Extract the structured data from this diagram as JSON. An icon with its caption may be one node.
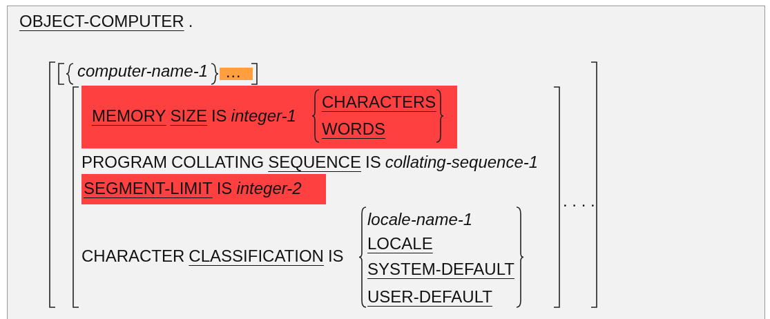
{
  "diagram": {
    "nodes": [
      {
        "text": [
          "..."
        ]
      },
      {
        "text": [
          "MEMORY",
          "SIZE",
          "IS",
          "integer-1",
          "CHARACTERS",
          "WORDS"
        ]
      },
      {
        "text": [
          "SEGMENT-LIMIT",
          "IS",
          "integer-2"
        ]
      }
    ],
    "labels": [
      "OBJECT-COMPUTER",
      ".",
      "computer-name-1",
      "PROGRAM",
      "COLLATING",
      "SEQUENCE",
      "IS",
      "collating-sequence-1",
      "CHARACTER",
      "CLASSIFICATION",
      "IS",
      "locale-name-1",
      "LOCALE",
      "SYSTEM-DEFAULT",
      "USER-DEFAULT",
      ". . . ."
    ]
  }
}
